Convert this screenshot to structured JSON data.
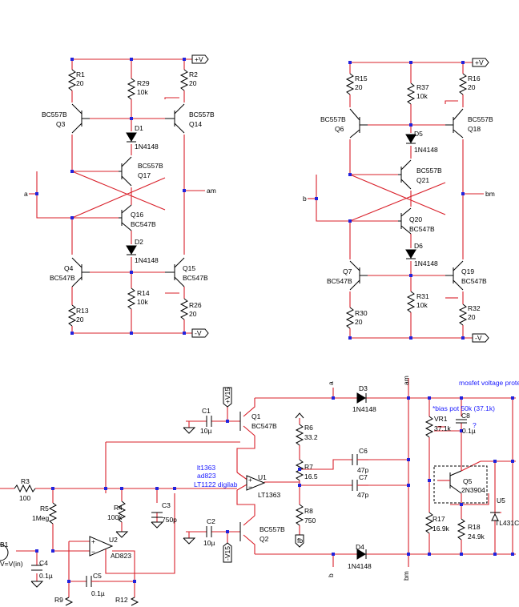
{
  "supplies": {
    "pos": "+V",
    "neg": "-V",
    "pos15": "+V15",
    "neg15": "-V15"
  },
  "nets": {
    "a": "a",
    "am": "am",
    "b": "b",
    "bm": "bm",
    "fb": "fb"
  },
  "circuit_a": {
    "R1": {
      "name": "R1",
      "value": "20"
    },
    "R29": {
      "name": "R29",
      "value": "10k"
    },
    "R2": {
      "name": "R2",
      "value": "20"
    },
    "Q3": {
      "name": "Q3",
      "model": "BC557B"
    },
    "Q14": {
      "name": "Q14",
      "model": "BC557B"
    },
    "D1": {
      "name": "D1",
      "model": "1N4148"
    },
    "Q17": {
      "name": "Q17",
      "model": "BC557B"
    },
    "Q16": {
      "name": "Q16",
      "model": "BC547B"
    },
    "D2": {
      "name": "D2",
      "model": "1N4148"
    },
    "Q4": {
      "name": "Q4",
      "model": "BC547B"
    },
    "Q15": {
      "name": "Q15",
      "model": "BC547B"
    },
    "R14": {
      "name": "R14",
      "value": "10k"
    },
    "R13": {
      "name": "R13",
      "value": "20"
    },
    "R26": {
      "name": "R26",
      "value": "20"
    }
  },
  "circuit_b": {
    "R15": {
      "name": "R15",
      "value": "20"
    },
    "R37": {
      "name": "R37",
      "value": "10k"
    },
    "R16": {
      "name": "R16",
      "value": "20"
    },
    "Q6": {
      "name": "Q6",
      "model": "BC557B"
    },
    "Q18": {
      "name": "Q18",
      "model": "BC557B"
    },
    "D5": {
      "name": "D5",
      "model": "1N4148"
    },
    "Q21": {
      "name": "Q21",
      "model": "BC557B"
    },
    "Q20": {
      "name": "Q20",
      "model": "BC547B"
    },
    "D6": {
      "name": "D6",
      "model": "1N4148"
    },
    "Q7": {
      "name": "Q7",
      "model": "BC547B"
    },
    "Q19": {
      "name": "Q19",
      "model": "BC547B"
    },
    "R31": {
      "name": "R31",
      "value": "10k"
    },
    "R30": {
      "name": "R30",
      "value": "20"
    },
    "R32": {
      "name": "R32",
      "value": "20"
    }
  },
  "main": {
    "C1": {
      "name": "C1",
      "value": "10µ"
    },
    "Q1": {
      "name": "Q1",
      "model": "BC547B"
    },
    "D3": {
      "name": "D3",
      "model": "1N4148"
    },
    "R6": {
      "name": "R6",
      "value": "33.2"
    },
    "R7": {
      "name": "R7",
      "value": "16.5"
    },
    "R8": {
      "name": "R8",
      "value": "750"
    },
    "C6": {
      "name": "C6",
      "value": "47p"
    },
    "C7": {
      "name": "C7",
      "value": "47p"
    },
    "U1": {
      "name": "U1",
      "model": "LT1363"
    },
    "opamp_note": [
      "lt1363",
      "ad823",
      "LT1122 digilab"
    ],
    "R3": {
      "name": "R3",
      "value": "100"
    },
    "R5": {
      "name": "R5",
      "value": "1Meg"
    },
    "R4": {
      "name": "R4",
      "value": "100k"
    },
    "C3": {
      "name": "C3",
      "value": "750p"
    },
    "C2": {
      "name": "C2",
      "value": "10µ"
    },
    "Q2": {
      "name": "Q2",
      "model": "BC557B"
    },
    "D4": {
      "name": "D4",
      "model": "1N4148"
    },
    "U2": {
      "name": "U2",
      "model": "AD823"
    },
    "C4": {
      "name": "C4",
      "value": "0.1µ"
    },
    "C5": {
      "name": "C5",
      "value": "0.1µ"
    },
    "R9": {
      "name": "R9"
    },
    "R12": {
      "name": "R12"
    },
    "B1": {
      "name": "B1",
      "expr": "V=V(in)"
    }
  },
  "protection": {
    "title": "mosfet voltage prote",
    "note": "*bias pot 50k (37.1k)",
    "question": "?",
    "VR1": {
      "name": "VR1",
      "value": "37.1k"
    },
    "C8": {
      "name": "C8",
      "value": "0.1µ"
    },
    "Q5": {
      "name": "Q5",
      "model": "2N3904"
    },
    "U5": {
      "name": "U5",
      "model": "TL431C"
    },
    "R17": {
      "name": "R17",
      "value": "16.9k"
    },
    "R18": {
      "name": "R18",
      "value": "24.9k"
    }
  }
}
